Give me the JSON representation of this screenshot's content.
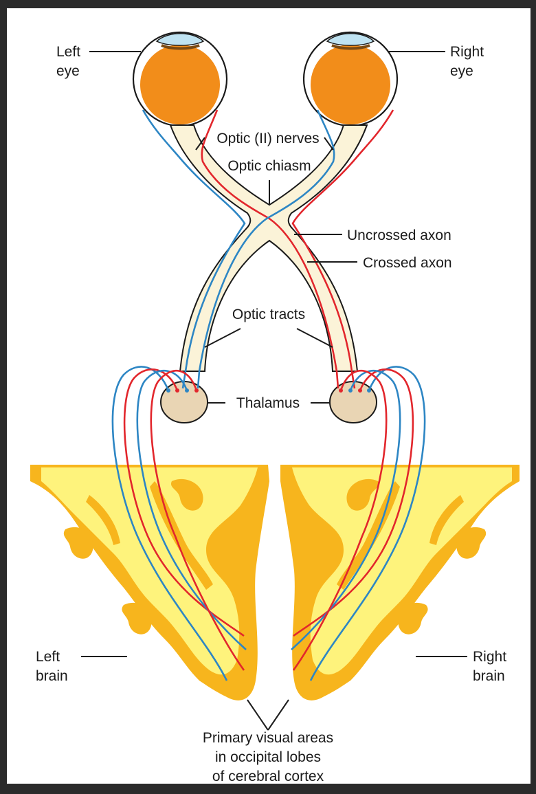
{
  "labels": {
    "left_eye_1": "Left",
    "left_eye_2": "eye",
    "right_eye_1": "Right",
    "right_eye_2": "eye",
    "optic_nerves": "Optic (II) nerves",
    "optic_chiasm": "Optic chiasm",
    "uncrossed_axon": "Uncrossed axon",
    "crossed_axon": "Crossed axon",
    "optic_tracts": "Optic tracts",
    "thalamus": "Thalamus",
    "left_brain_1": "Left",
    "left_brain_2": "brain",
    "right_brain_1": "Right",
    "right_brain_2": "brain",
    "visual_areas_1": "Primary visual areas",
    "visual_areas_2": "in occipital lobes",
    "visual_areas_3": "of cerebral cortex"
  },
  "colors": {
    "crossed_axon": "#e2262c",
    "uncrossed_axon": "#2d86c4",
    "cortex": "#f7b51d",
    "white_matter": "#fef37c",
    "eye_iris": "#f28d1a"
  }
}
